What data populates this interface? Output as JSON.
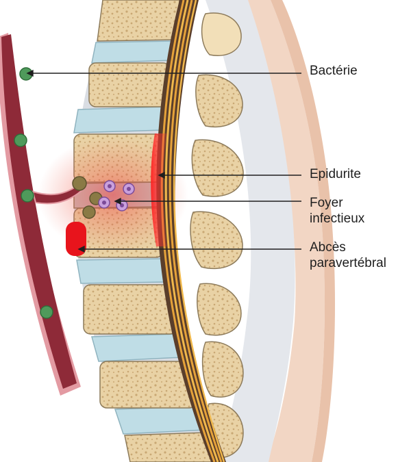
{
  "labels": {
    "bacterie": "Bactérie",
    "epidurite": "Epidurite",
    "foyer": "Foyer\ninfectieux",
    "abces": "Abcès\nparavertébral"
  },
  "colors": {
    "vessel": "#8e2a38",
    "vessel_wall": "#e39aa2",
    "bacteria": "#4f9a5b",
    "bone": "#f2dfb8",
    "disc": "#bfdde6",
    "infection": "#f04040",
    "abscess": "#e8141c",
    "spinal_cord": "#e6a23a",
    "skin": "#f2d6c4"
  },
  "icons": [
    "bacterium-icon",
    "white-blood-cell-icon"
  ]
}
